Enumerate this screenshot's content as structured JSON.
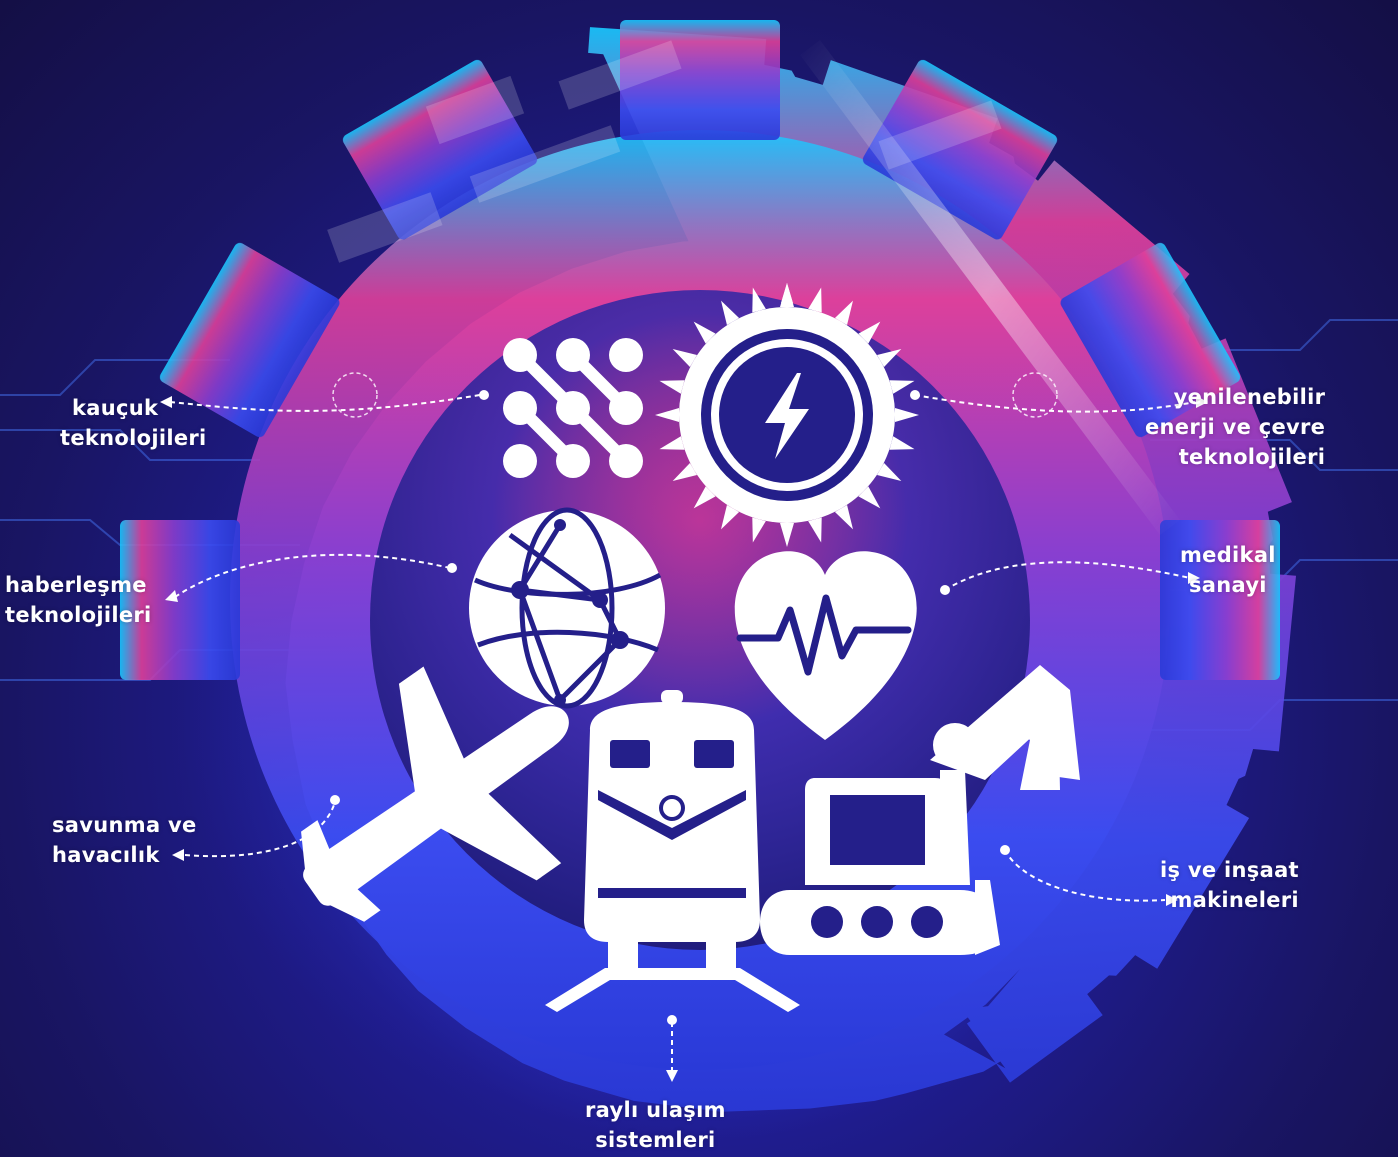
{
  "diagram": {
    "sectors": [
      {
        "id": "rubber",
        "line1": "kauçuk",
        "line2": "teknolojileri",
        "icon": "nodes-network-icon"
      },
      {
        "id": "renewable",
        "line1": "yenilenebilir",
        "line2": "enerji ve çevre",
        "line3": "teknolojileri",
        "icon": "sun-lightning-icon"
      },
      {
        "id": "telecom",
        "line1": "haberleşme",
        "line2": "teknolojileri",
        "icon": "globe-network-icon"
      },
      {
        "id": "medical",
        "line1": "medikal",
        "line2": "sanayi",
        "icon": "heart-pulse-icon"
      },
      {
        "id": "defense",
        "line1": "savunma ve",
        "line2": "havacılık",
        "icon": "airplane-icon"
      },
      {
        "id": "construction",
        "line1": "iş ve inşaat",
        "line2": "makineleri",
        "icon": "excavator-icon"
      },
      {
        "id": "rail",
        "line1": "raylı ulaşım",
        "line2": "sistemleri",
        "icon": "train-icon"
      }
    ],
    "colors": {
      "background_dark": "#140f45",
      "background_glow": "#3553ff",
      "gear_magenta": "#e0409a",
      "gear_cyan": "#19c8ff",
      "icon_white": "#ffffff"
    }
  }
}
